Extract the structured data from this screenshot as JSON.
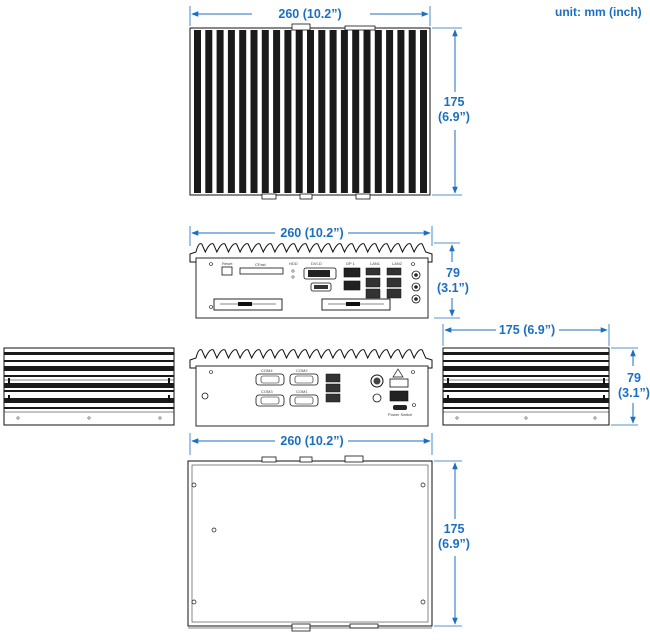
{
  "unit_note": "unit: mm (inch)",
  "colors": {
    "dimension": "#1b6fc1",
    "outline": "#111111",
    "fin": "#1a1a1a"
  },
  "views": {
    "top": {
      "width_label": "260 (10.2”)",
      "depth_mm": "175",
      "depth_in": "(6.9”)"
    },
    "front": {
      "width_label": "260 (10.2”)",
      "height_mm": "79",
      "height_in": "(3.1”)",
      "port_labels": {
        "reset": "Reset",
        "cfast": "CFast",
        "hdd": "HDD",
        "dvi": "DVI-D",
        "dp": "DP 1",
        "lan1": "LAN1",
        "lan2": "LAN2"
      }
    },
    "rear": {
      "port_labels": {
        "com1": "COM1",
        "com2": "COM2",
        "com3": "COM3",
        "com4": "COM4",
        "power": "Power Switch"
      }
    },
    "side": {
      "depth_label": "175 (6.9”)",
      "height_mm": "79",
      "height_in": "(3.1”)"
    },
    "bottom": {
      "width_label": "260 (10.2”)",
      "depth_mm": "175",
      "depth_in": "(6.9”)"
    }
  }
}
